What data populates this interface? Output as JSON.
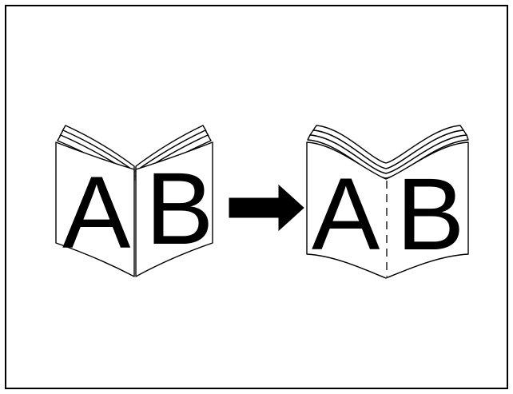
{
  "diagram": {
    "before_book": {
      "left_letter": "A",
      "right_letter": "B"
    },
    "after_book": {
      "left_letter": "A",
      "right_letter": "B"
    },
    "arrow": {
      "direction": "right"
    },
    "colors": {
      "stroke": "#000000",
      "background": "#ffffff"
    }
  }
}
